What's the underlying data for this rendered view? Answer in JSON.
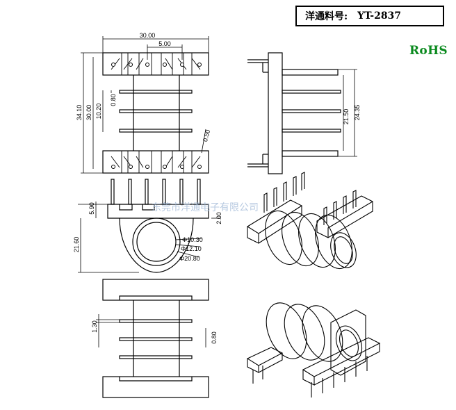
{
  "header": {
    "part_label": "洋通料号:",
    "part_number": "YT-2837"
  },
  "badge": {
    "rohs": "RoHS"
  },
  "watermark": "东莞市洋通电子有限公司",
  "dimensions": {
    "top_width": "30.00",
    "top_pitch": "5.00",
    "top_height": "34.10",
    "top_inner_height": "30.00",
    "top_flange_span": "10.20",
    "top_flange_thickness": "0.80",
    "pin_dia": "0.50",
    "side_inner": "21.50",
    "side_outer": "24.35",
    "front_total": "21.60",
    "front_flange": "5.90",
    "front_offset": "2.00",
    "bore_inner": "Φ10.30",
    "bore_mid": "Φ12.10",
    "bore_outer": "Φ20.80",
    "bottom_pitch": "1.30",
    "bottom_thickness": "0.80"
  }
}
